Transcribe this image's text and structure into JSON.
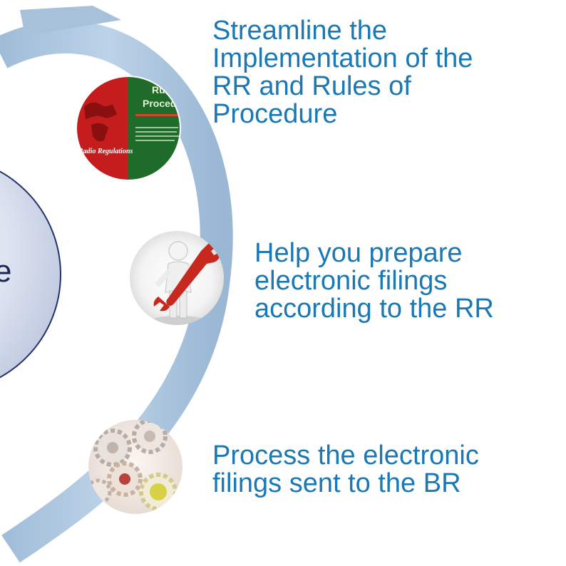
{
  "items": [
    {
      "text": "Streamline the\nImplementation of the\nRR and Rules of\nProcedure",
      "icon": "book-covers-icon",
      "icon_text": {
        "left_cover": "Radio Regulations",
        "right_cover": "Rul\nProcedu"
      }
    },
    {
      "text": "Help you prepare\nelectronic filings\naccording to the RR",
      "icon": "wrench-figure-icon"
    },
    {
      "text": "Process the electronic\nfilings sent to the BR",
      "icon": "gears-icon"
    }
  ],
  "partial_text": "e",
  "colors": {
    "arc": "#b4cde3",
    "arc_shadow": "#8fb0cf",
    "label": "#1a78b4",
    "circle_fill": "#dfe5f1",
    "circle_stroke": "#23336a"
  }
}
